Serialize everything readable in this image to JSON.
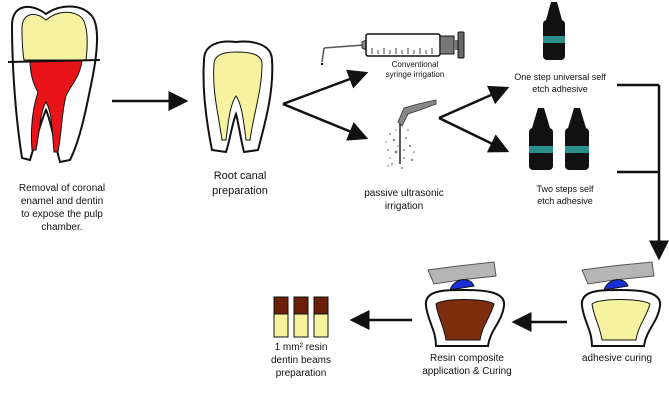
{
  "steps": {
    "removal": "Removal of coronal\nenamel and dentin\nto expose the pulp\nchamber.",
    "root_canal": "Root canal\npreparation",
    "syringe": "Conventional\nsyringe irrigation",
    "ultrasonic": "passive ultrasonic\nirrigation",
    "one_step": "One step universal self\netch adhesive",
    "two_steps": "Two steps self\netch adhesive",
    "curing": "adhesive curing",
    "resin": "Resin composite\napplication & Curing",
    "beams": "1 mm² resin\ndentin beams\npreparation"
  },
  "colors": {
    "pulp": "#e8141a",
    "crown": "#f6f3a0",
    "canal": "#f6f3a0",
    "resin": "#7b2d0e",
    "beam_top": "#6b1e08",
    "bottle_band": "#2a8e8a",
    "light_tip": "#1a2fd6"
  }
}
